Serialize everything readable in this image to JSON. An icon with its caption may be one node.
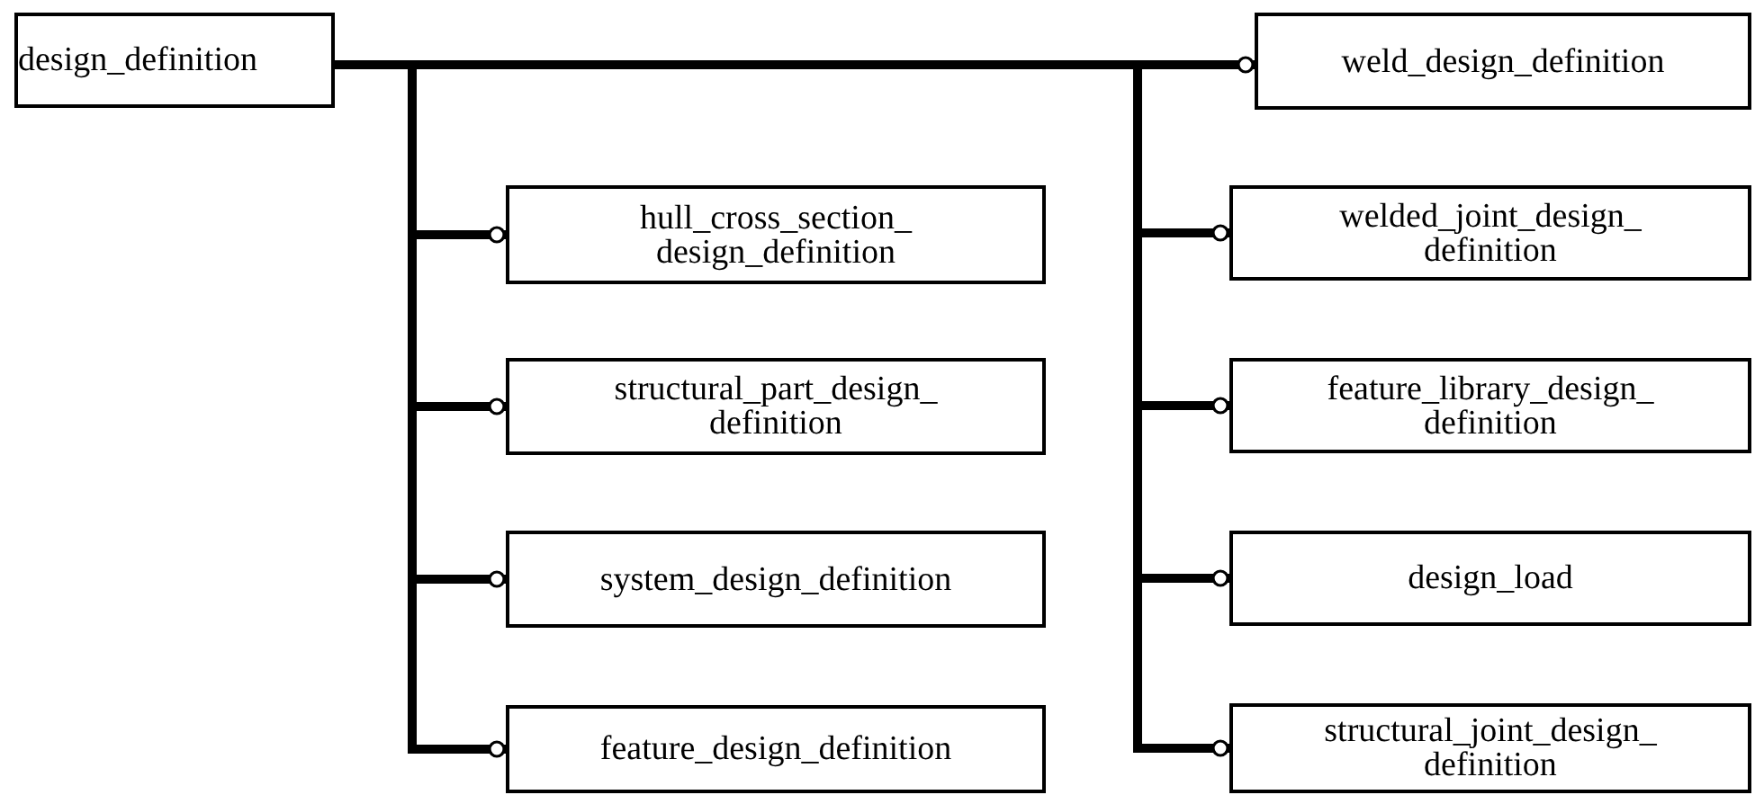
{
  "diagram": {
    "nodes": [
      {
        "text": [
          "design_definition"
        ]
      },
      {
        "text": [
          "hull_cross_section_ design_definition"
        ]
      },
      {
        "text": [
          "structural_part_design_ definition"
        ]
      },
      {
        "text": [
          "system_design_definition"
        ]
      },
      {
        "text": [
          "feature_design_definition"
        ]
      },
      {
        "text": [
          "weld_design_definition"
        ]
      },
      {
        "text": [
          "welded_joint_design_ definition"
        ]
      },
      {
        "text": [
          "feature_library_design_ definition"
        ]
      },
      {
        "text": [
          "design_load"
        ]
      },
      {
        "text": [
          "structural_joint_design_ definition"
        ]
      }
    ],
    "edges": [
      {
        "from": 0,
        "to": 1,
        "arrow": "other"
      },
      {
        "from": 0,
        "to": 2,
        "arrow": "other"
      },
      {
        "from": 0,
        "to": 3,
        "arrow": "other"
      },
      {
        "from": 0,
        "to": 4,
        "arrow": "other"
      },
      {
        "from": 0,
        "to": 5,
        "arrow": "other"
      },
      {
        "from": 0,
        "to": 6,
        "arrow": "other"
      },
      {
        "from": 0,
        "to": 7,
        "arrow": "other"
      },
      {
        "from": 0,
        "to": 8,
        "arrow": "other"
      },
      {
        "from": 0,
        "to": 9,
        "arrow": "other"
      }
    ]
  }
}
